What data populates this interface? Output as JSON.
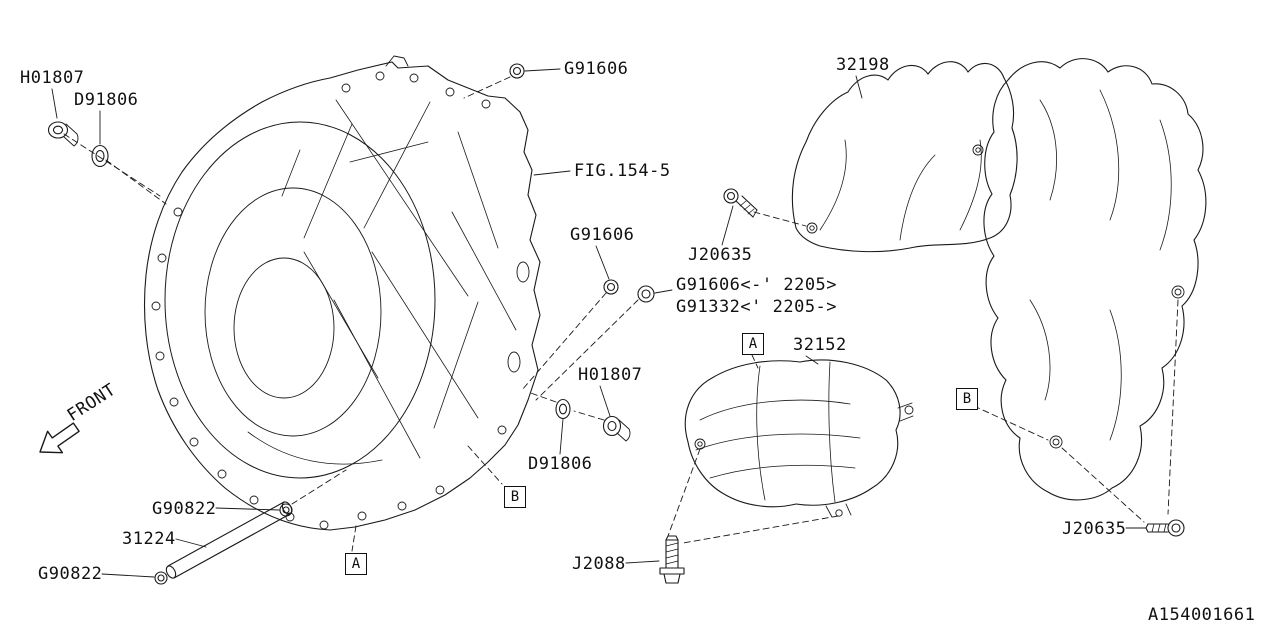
{
  "ink_color": "#1a1a1a",
  "background_color": "#ffffff",
  "diagram_id": "A154001661",
  "front_indicator": "FRONT",
  "figure_reference": "FIG.154-5",
  "labels": [
    {
      "text": "H01807"
    },
    {
      "text": "D91806"
    },
    {
      "text": "G91606"
    },
    {
      "text": "32198"
    },
    {
      "text": "G91606"
    },
    {
      "text": "J20635"
    },
    {
      "text": "G91606<-' 2205>"
    },
    {
      "text": "G91332<' 2205->"
    },
    {
      "text": "32152"
    },
    {
      "text": "H01807"
    },
    {
      "text": "D91806"
    },
    {
      "text": "G90822"
    },
    {
      "text": "31224"
    },
    {
      "text": "G90822"
    },
    {
      "text": "J2088"
    },
    {
      "text": "J20635"
    }
  ],
  "callouts": [
    {
      "letter": "A"
    },
    {
      "letter": "B"
    },
    {
      "letter": "B"
    },
    {
      "letter": "A"
    }
  ]
}
